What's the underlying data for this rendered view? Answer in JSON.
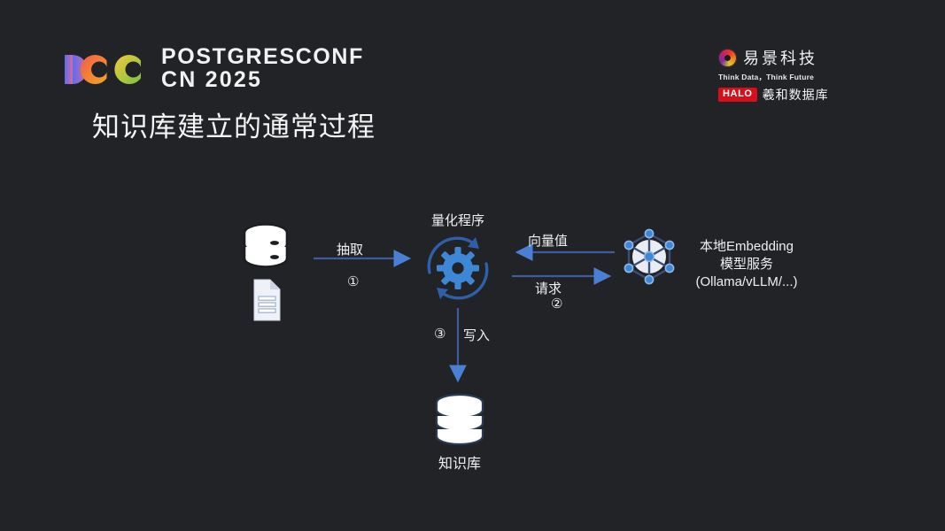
{
  "background_color": "#212327",
  "header": {
    "conference_logo": {
      "mark_name": "pcc-logo-mark",
      "line1": "PostgresConf",
      "line2": "CN 2025"
    },
    "brand": {
      "swirl_icon": "yijing-swirl-logo",
      "company_cn": "易景科技",
      "tagline": "Think Data，Think Future",
      "product_badge": "HALO",
      "product_cn": "羲和数据库",
      "badge_color": "#d6101a"
    }
  },
  "title": "知识库建立的通常过程",
  "diagram": {
    "accent_line_color": "#3d5c99",
    "accent_head_color": "#4a7fd4",
    "gear_color": "#3e86d6",
    "nodes": {
      "source_db": {
        "icon": "database-icon",
        "label": ""
      },
      "source_doc": {
        "icon": "document-icon",
        "label": ""
      },
      "quantizer": {
        "icon": "gear-refresh-icon",
        "label": "量化程序"
      },
      "embedding_service": {
        "icon": "network-node-icon",
        "label_line1": "本地Embedding",
        "label_line2": "模型服务",
        "label_line3": "(Ollama/vLLM/...)"
      },
      "knowledge_base": {
        "icon": "database-stack-icon",
        "label": "知识库"
      }
    },
    "edges": {
      "extract": {
        "label": "抽取",
        "step": "①"
      },
      "vector_value": {
        "label": "向量值"
      },
      "request": {
        "label": "请求",
        "step": "②"
      },
      "write": {
        "label": "写入",
        "step": "③"
      }
    }
  }
}
